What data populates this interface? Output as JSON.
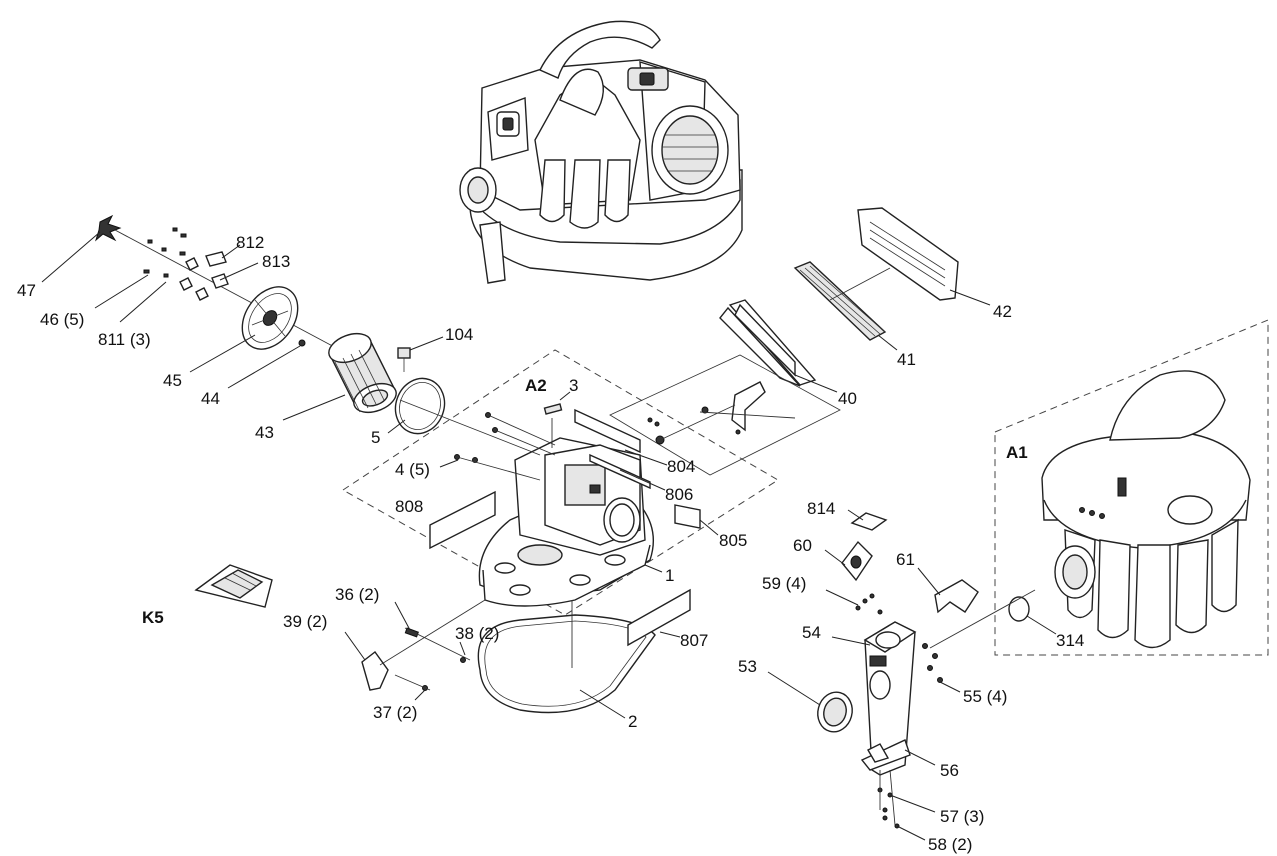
{
  "groups": [
    {
      "id": "a1",
      "label": "A1"
    },
    {
      "id": "a2",
      "label": "A2"
    },
    {
      "id": "k5",
      "label": "K5"
    }
  ],
  "callouts": [
    {
      "id": "c47",
      "label": "47"
    },
    {
      "id": "c46",
      "label": "46 (5)"
    },
    {
      "id": "c811",
      "label": "811 (3)"
    },
    {
      "id": "c812",
      "label": "812"
    },
    {
      "id": "c813",
      "label": "813"
    },
    {
      "id": "c45",
      "label": "45"
    },
    {
      "id": "c44",
      "label": "44"
    },
    {
      "id": "c43",
      "label": "43"
    },
    {
      "id": "c104",
      "label": "104"
    },
    {
      "id": "c5",
      "label": "5"
    },
    {
      "id": "c3",
      "label": "3"
    },
    {
      "id": "c4",
      "label": "4 (5)"
    },
    {
      "id": "c808",
      "label": "808"
    },
    {
      "id": "c804",
      "label": "804"
    },
    {
      "id": "c806",
      "label": "806"
    },
    {
      "id": "c805",
      "label": "805"
    },
    {
      "id": "c1",
      "label": "1"
    },
    {
      "id": "c807",
      "label": "807"
    },
    {
      "id": "c2",
      "label": "2"
    },
    {
      "id": "c36",
      "label": "36 (2)"
    },
    {
      "id": "c39",
      "label": "39 (2)"
    },
    {
      "id": "c38",
      "label": "38 (2)"
    },
    {
      "id": "c37",
      "label": "37 (2)"
    },
    {
      "id": "c40",
      "label": "40"
    },
    {
      "id": "c41",
      "label": "41"
    },
    {
      "id": "c42",
      "label": "42"
    },
    {
      "id": "c814",
      "label": "814"
    },
    {
      "id": "c60",
      "label": "60"
    },
    {
      "id": "c61",
      "label": "61"
    },
    {
      "id": "c59",
      "label": "59 (4)"
    },
    {
      "id": "c54",
      "label": "54"
    },
    {
      "id": "c53",
      "label": "53"
    },
    {
      "id": "c55",
      "label": "55 (4)"
    },
    {
      "id": "c56",
      "label": "56"
    },
    {
      "id": "c57",
      "label": "57 (3)"
    },
    {
      "id": "c58",
      "label": "58 (2)"
    },
    {
      "id": "c314",
      "label": "314"
    }
  ]
}
